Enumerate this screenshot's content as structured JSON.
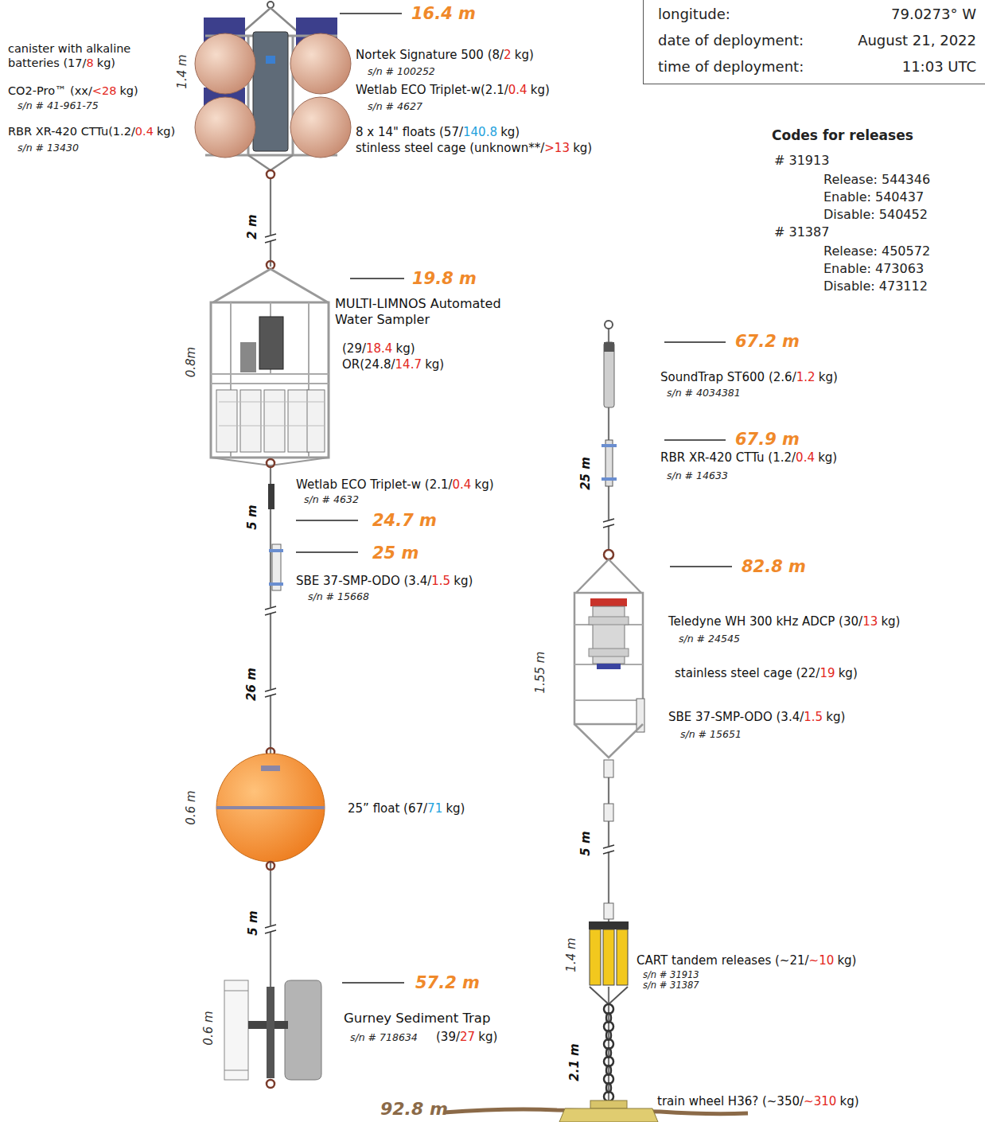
{
  "diagram": {
    "nodes": [
      {
        "text": [
          "longitude:",
          "79.0273° W",
          "date of deployment:",
          "August 21, 2022",
          "time of deployment:",
          "11:03 UTC"
        ]
      }
    ],
    "labels": [
      "16.4 m",
      "canister with alkaline batteries (17/",
      "8",
      "kg)",
      "CO2-Pro™ (xx/",
      "<28",
      "kg)",
      "s/n # 41-961-75",
      "RBR XR-420 CTTu(1.2/",
      "0.4",
      "kg)",
      "s/n # 13430",
      "1.4 m",
      "Nortek Signature 500 (8/",
      "2",
      "kg)",
      "s/n # 100252",
      "Wetlab ECO Triplet-w(2.1/",
      "0.4",
      "kg)",
      "s/n # 4627",
      "8 x 14\" floats (57/",
      "140.8",
      "kg)",
      "stinless steel cage (unknown**/",
      ">13",
      "kg)",
      "2 m",
      "19.8 m",
      "MULTI-LIMNOS Automated Water Sampler",
      "(29/",
      "18.4",
      "kg)",
      "OR(24.8/",
      "14.7",
      "kg)",
      "0.8m",
      "Wetlab ECO Triplet-w (2.1/",
      "0.4",
      "kg)",
      "s/n # 4632",
      "5 m",
      "24.7 m",
      "25 m",
      "SBE 37-SMP-ODO (3.4/",
      "1.5",
      "kg)",
      "s/n # 15668",
      "26 m",
      "0.6 m",
      "25” float (67/",
      "71",
      "kg)",
      "5 m",
      "57.2 m",
      "0.6 m",
      "Gurney Sediment Trap",
      "s/n # 718634",
      "(39/",
      "27",
      "kg)",
      "92.8 m",
      "Codes for releases",
      "# 31913",
      "Release: 544346",
      "Enable: 540437",
      "Disable: 540452",
      "# 31387",
      "Release: 450572",
      "Enable: 473063",
      "Disable: 473112",
      "67.2 m",
      "SoundTrap ST600 (2.6/",
      "1.2",
      "kg)",
      "s/n # 4034381",
      "67.9 m",
      "RBR XR-420 CTTu (1.2/",
      "0.4",
      "kg)",
      "s/n # 14633",
      "25 m",
      "82.8 m",
      "Teledyne WH 300 kHz ADCP (30/",
      "13",
      "kg)",
      "s/n # 24545",
      "stainless steel cage (22/",
      "19",
      "kg)",
      "SBE 37-SMP-ODO (3.4/",
      "1.5",
      "kg)",
      "s/n # 15651",
      "1.55 m",
      "5 m",
      "1.4 m",
      "CART tandem releases (~21/",
      "~10",
      "kg)",
      "s/n # 31913",
      "s/n # 31387",
      "2.1 m",
      "train wheel H36? (~350/",
      "~310",
      "kg)"
    ]
  }
}
